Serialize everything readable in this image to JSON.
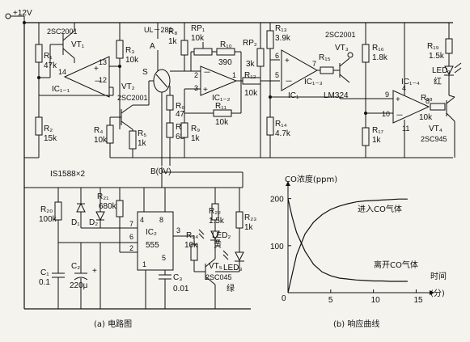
{
  "supply": {
    "label": "+12V"
  },
  "captions": {
    "left": "(a) 电路图",
    "right": "(b) 响应曲线"
  },
  "ics": {
    "ic1_1": "IC₁₋₁",
    "ic1_2": "IC₁₋₂",
    "ic1_3": "IC₁₋₃",
    "ic1_4": "IC₁₋₄",
    "ic1": "IC₁",
    "ic1_part": "LM324",
    "ic2": "IC₂",
    "ic2_part": "555"
  },
  "sensor": {
    "part": "UL－281",
    "pin_a": "A",
    "pin_b": "B(0V)",
    "pin_s": "S"
  },
  "diodes": {
    "part": "IS1588×2",
    "d1": "D₁",
    "d2": "D₂"
  },
  "transistors": {
    "vt1": "VT₁",
    "vt1_part": "2SC2001",
    "vt2": "VT₂",
    "vt2_part": "2SC2001",
    "vt3": "VT₃",
    "vt3_part": "2SC2001",
    "vt4": "VT₄",
    "vt4_part": "2SC945",
    "vt5": "VT₅",
    "vt5_part": "2SC045"
  },
  "leds": {
    "led1": "LED₁",
    "led1_color": "红",
    "led2": "LED₂",
    "led2_color": "黄",
    "led3": "LED₃",
    "led3_color": "绿"
  },
  "resistors": {
    "r1": "R₁",
    "r1_v": "47k",
    "r2": "R₂",
    "r2_v": "15k",
    "r3": "R₃",
    "r3_v": "10k",
    "r4": "R₄",
    "r4_v": "10k",
    "r5": "R₅",
    "r5_v": "1k",
    "r6": "R₆",
    "r6_v": "47",
    "r7": "R₇",
    "r7_v": "68",
    "r8": "R₈",
    "r8_v": "1k",
    "r9": "R₉",
    "r9_v": "1k",
    "rp1": "RP₁",
    "rp1_v": "10k",
    "r10": "R₁₀",
    "r10_v": "390",
    "r11": "R₁₁",
    "r11_v": "10k",
    "rp2": "RP₂",
    "rp2_v": "3k",
    "r12": "R₁₂",
    "r12_v": "10k",
    "r13": "R₁₃",
    "r13_v": "3.9k",
    "r14": "R₁₄",
    "r14_v": "4.7k",
    "r15": "R₁₅",
    "r16": "R₁₆",
    "r16_v": "1.8k",
    "r17": "R₁₇",
    "r17_v": "1k",
    "r18": "R₁₈",
    "r18_v": "10k",
    "r19": "R₁₉",
    "r19_v": "1.5k",
    "r20": "R₂₀",
    "r20_v": "100k",
    "r21": "R₂₁",
    "r21_v": "680k",
    "r22": "R₂₂",
    "r22_v": "1.5k",
    "r23": "R₂₃",
    "r23_v": "1k",
    "r24": "R₂₄",
    "r24_v": "10k"
  },
  "capacitors": {
    "c1": "C₁",
    "c1_v": "0.1",
    "c2": "C₂",
    "c2_v": "220μ",
    "c3": "C₃",
    "c3_v": "0.01"
  },
  "pins": {
    "p1": "1",
    "p2": "2",
    "p3": "3",
    "p4": "4",
    "p5": "5",
    "p6": "6",
    "p7": "7",
    "p8": "8",
    "p9": "9",
    "p10": "10",
    "p11": "11",
    "p12": "12",
    "p13": "13",
    "p14": "14",
    "t2": "2",
    "t3": "3",
    "t4": "4",
    "t5": "5",
    "t6": "6",
    "t7": "7",
    "t8": "8",
    "t1": "1",
    "plus": "+",
    "minus": "－"
  },
  "chart_data": {
    "type": "line",
    "ylabel": "CO浓度(ppm)",
    "xlabel": "时间",
    "xunit": "(分)",
    "xlim": [
      0,
      16
    ],
    "ylim": [
      0,
      220
    ],
    "x_ticks": [
      "5",
      "10",
      "15"
    ],
    "y_ticks": [
      "100",
      "200"
    ],
    "x_tick_values": [
      5,
      10,
      15
    ],
    "y_tick_values": [
      100,
      200
    ],
    "origin_label": "0",
    "series": [
      {
        "name": "进入CO气体",
        "x": [
          0,
          0.5,
          1,
          2,
          3,
          4,
          5,
          6,
          7,
          8,
          9,
          10,
          11,
          12,
          13,
          14
        ],
        "y": [
          0,
          40,
          80,
          125,
          150,
          166,
          177,
          184,
          189,
          193,
          195,
          196,
          197,
          198,
          199,
          199
        ]
      },
      {
        "name": "离开CO气体",
        "x": [
          0,
          0.5,
          1,
          2,
          3,
          4,
          5,
          6,
          7,
          8,
          9,
          10,
          11,
          12,
          13,
          14
        ],
        "y": [
          200,
          160,
          128,
          88,
          60,
          44,
          36,
          31,
          29,
          27,
          26,
          25,
          25,
          24,
          24,
          24
        ]
      }
    ]
  }
}
